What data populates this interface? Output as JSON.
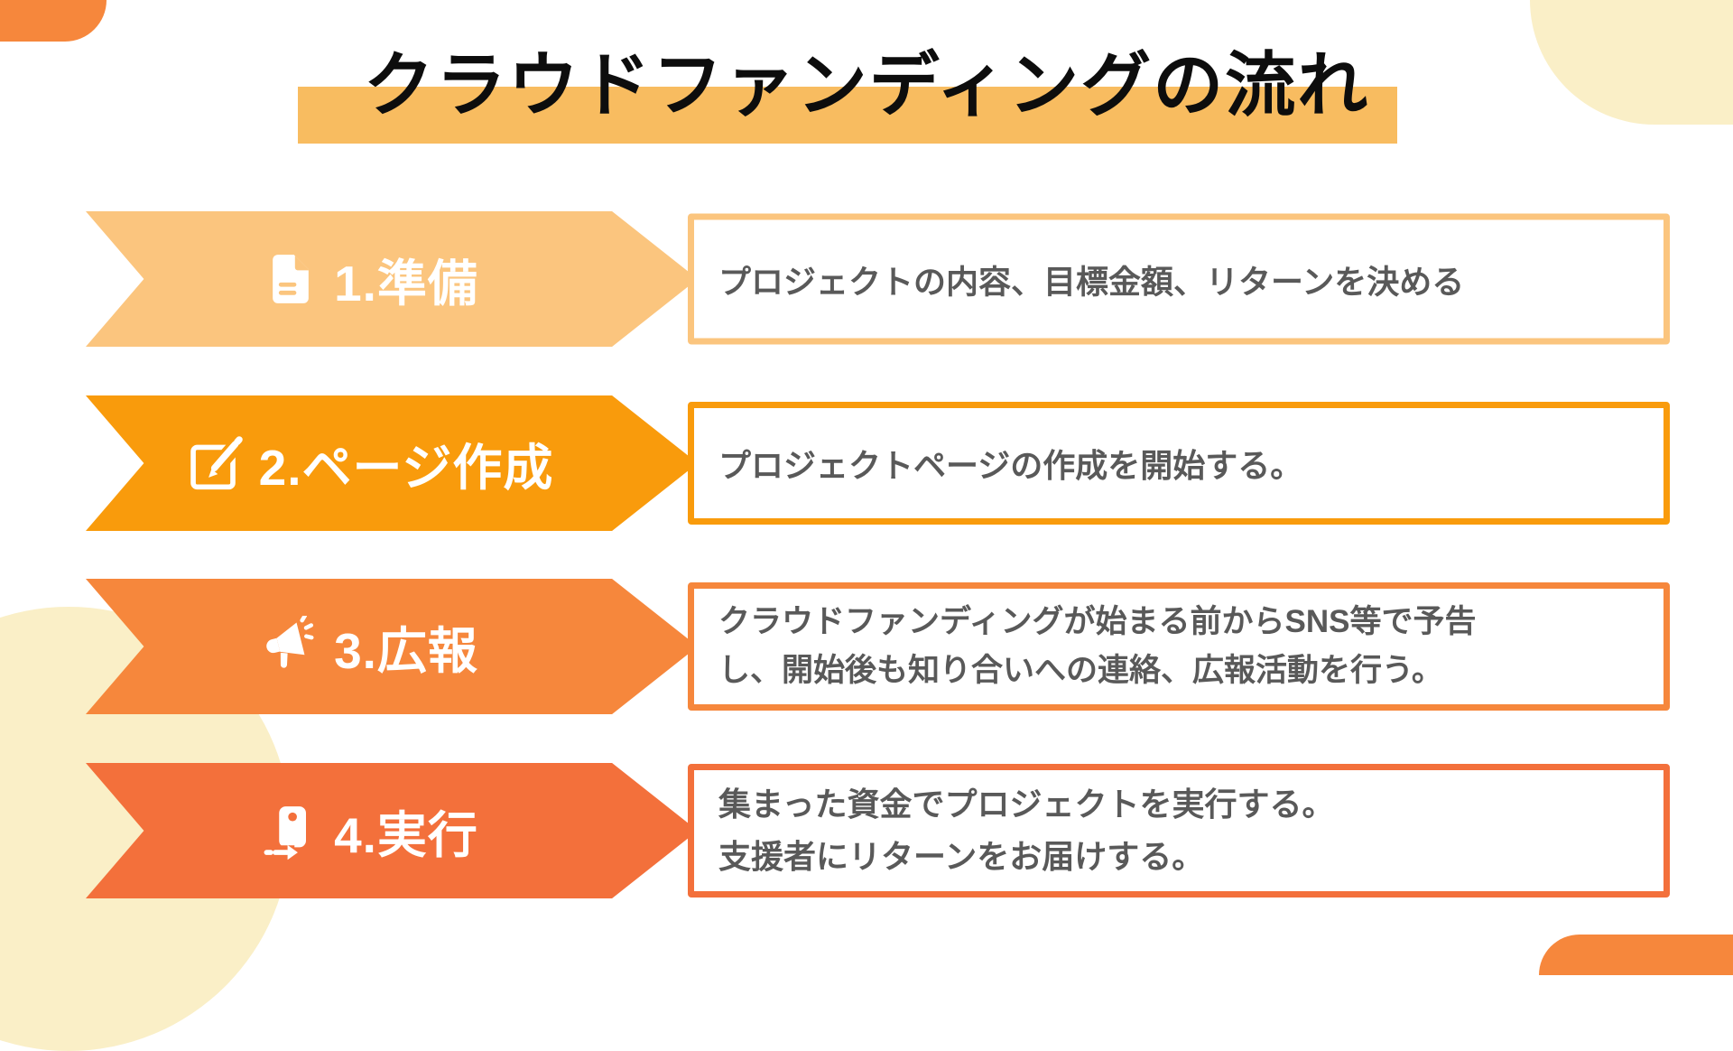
{
  "title": {
    "text": "クラウドファンディングの流れ"
  },
  "steps": [
    {
      "label": "1.準備",
      "icon": "document-icon",
      "color": "#FBC57E",
      "desc_lines": [
        "プロジェクトの内容、目標金額、リターンを決める"
      ]
    },
    {
      "label": "2.ページ作成",
      "icon": "edit-page-icon",
      "color": "#F99B0C",
      "desc_lines": [
        "プロジェクトページの作成を開始する。"
      ]
    },
    {
      "label": "3.広報",
      "icon": "megaphone-icon",
      "color": "#F6873C",
      "desc_lines": [
        "クラウドファンディングが始まる前からSNS等で予告",
        "し、開始後も知り合いへの連絡、広報活動を行う。"
      ]
    },
    {
      "label": "4.実行",
      "icon": "transfer-icon",
      "color": "#F3703B",
      "desc_lines": [
        "集まった資金でプロジェクトを実行する。",
        "支援者にリターンをお届けする。"
      ]
    }
  ],
  "colors": {
    "title_highlight": "#F8BC60",
    "title_text": "#0d0d0d",
    "description_text": "#595959",
    "corner_orange": "#F6873C",
    "corner_pale_yellow": "#FAEFC7",
    "background": "#FFFFFF"
  }
}
